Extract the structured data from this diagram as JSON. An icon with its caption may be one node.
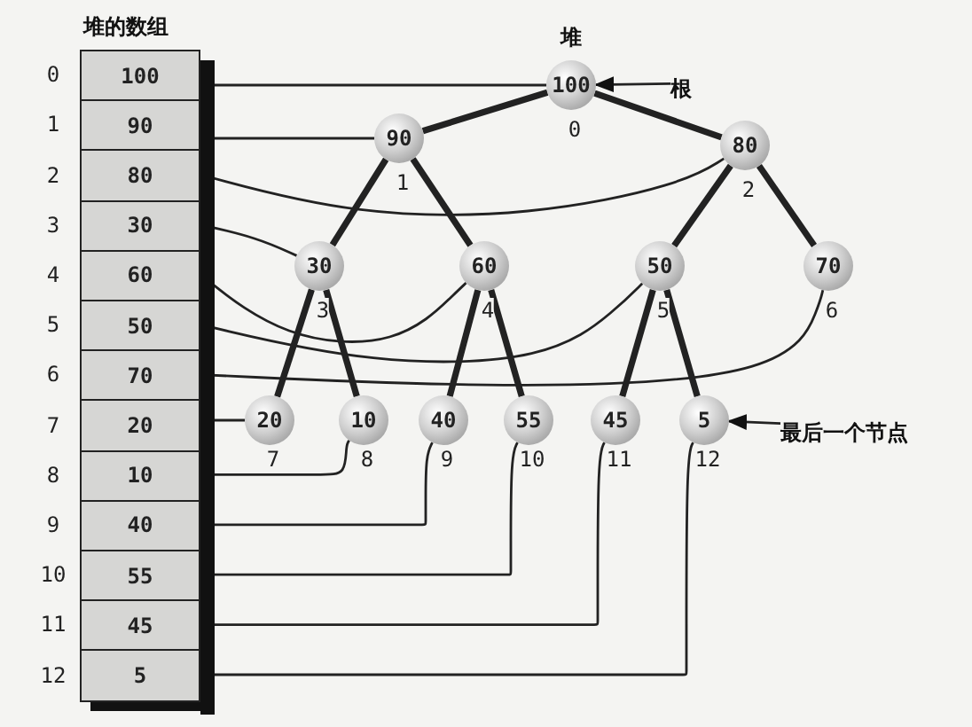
{
  "diagram": {
    "nodes": [
      {
        "text": [
          "堆的数组"
        ]
      },
      {
        "text": [
          "100"
        ],
        "in": 0,
        "beside": [
          "0"
        ]
      },
      {
        "text": [
          "90"
        ],
        "in": 0,
        "beside": [
          "1"
        ]
      },
      {
        "text": [
          "80"
        ],
        "in": 0,
        "beside": [
          "2"
        ]
      },
      {
        "text": [
          "30"
        ],
        "in": 0,
        "beside": [
          "3"
        ]
      },
      {
        "text": [
          "60"
        ],
        "in": 0,
        "beside": [
          "4"
        ]
      },
      {
        "text": [
          "50"
        ],
        "in": 0,
        "beside": [
          "5"
        ]
      },
      {
        "text": [
          "70"
        ],
        "in": 0,
        "beside": [
          "6"
        ]
      },
      {
        "text": [
          "20"
        ],
        "in": 0,
        "beside": [
          "7"
        ]
      },
      {
        "text": [
          "10"
        ],
        "in": 0,
        "beside": [
          "8"
        ]
      },
      {
        "text": [
          "40"
        ],
        "in": 0,
        "beside": [
          "9"
        ]
      },
      {
        "text": [
          "55"
        ],
        "in": 0,
        "beside": [
          "10"
        ]
      },
      {
        "text": [
          "45"
        ],
        "in": 0,
        "beside": [
          "11"
        ]
      },
      {
        "text": [
          "5"
        ],
        "in": 0,
        "beside": [
          "12"
        ]
      },
      {
        "text": [
          "100"
        ],
        "beside": [
          "0"
        ]
      },
      {
        "text": [
          "90"
        ],
        "beside": [
          "1"
        ]
      },
      {
        "text": [
          "80"
        ],
        "beside": [
          "2"
        ]
      },
      {
        "text": [
          "30"
        ],
        "beside": [
          "3"
        ]
      },
      {
        "text": [
          "60"
        ],
        "beside": [
          "4"
        ]
      },
      {
        "text": [
          "50"
        ],
        "beside": [
          "5"
        ]
      },
      {
        "text": [
          "70"
        ],
        "beside": [
          "6"
        ]
      },
      {
        "text": [
          "20"
        ],
        "beside": [
          "7"
        ]
      },
      {
        "text": [
          "10"
        ],
        "beside": [
          "8"
        ]
      },
      {
        "text": [
          "40"
        ],
        "beside": [
          "9"
        ]
      },
      {
        "text": [
          "55"
        ],
        "beside": [
          "10"
        ]
      },
      {
        "text": [
          "45"
        ],
        "beside": [
          "11"
        ]
      },
      {
        "text": [
          "5"
        ],
        "beside": [
          "12"
        ]
      },
      {
        "text": [
          "根"
        ]
      },
      {
        "text": [
          "最后一个节点"
        ]
      }
    ],
    "edges": [
      {
        "from": 1,
        "to": 14,
        "arrow": "none"
      },
      {
        "from": 2,
        "to": 15,
        "arrow": "none"
      },
      {
        "from": 3,
        "to": 16,
        "arrow": "none"
      },
      {
        "from": 4,
        "to": 17,
        "arrow": "none"
      },
      {
        "from": 5,
        "to": 18,
        "arrow": "none"
      },
      {
        "from": 6,
        "to": 19,
        "arrow": "none"
      },
      {
        "from": 7,
        "to": 20,
        "arrow": "none"
      },
      {
        "from": 8,
        "to": 21,
        "arrow": "none"
      },
      {
        "from": 9,
        "to": 22,
        "arrow": "none"
      },
      {
        "from": 10,
        "to": 23,
        "arrow": "none"
      },
      {
        "from": 11,
        "to": 24,
        "arrow": "none"
      },
      {
        "from": 12,
        "to": 25,
        "arrow": "none"
      },
      {
        "from": 13,
        "to": 26,
        "arrow": "none"
      },
      {
        "from": 14,
        "to": 15,
        "arrow": "none",
        "style": "thick"
      },
      {
        "from": 14,
        "to": 16,
        "arrow": "none",
        "style": "thick"
      },
      {
        "from": 15,
        "to": 17,
        "arrow": "none",
        "style": "thick"
      },
      {
        "from": 15,
        "to": 18,
        "arrow": "none",
        "style": "thick"
      },
      {
        "from": 16,
        "to": 19,
        "arrow": "none",
        "style": "thick"
      },
      {
        "from": 16,
        "to": 20,
        "arrow": "none",
        "style": "thick"
      },
      {
        "from": 17,
        "to": 21,
        "arrow": "none",
        "style": "thick"
      },
      {
        "from": 17,
        "to": 22,
        "arrow": "none",
        "style": "thick"
      },
      {
        "from": 18,
        "to": 23,
        "arrow": "none",
        "style": "thick"
      },
      {
        "from": 18,
        "to": 24,
        "arrow": "none",
        "style": "thick"
      },
      {
        "from": 19,
        "to": 25,
        "arrow": "none",
        "style": "thick"
      },
      {
        "from": 19,
        "to": 26,
        "arrow": "none",
        "style": "thick"
      },
      {
        "from": 27,
        "to": 14,
        "arrow": "to"
      },
      {
        "from": 28,
        "to": 26,
        "arrow": "to"
      }
    ],
    "labels": [
      "堆"
    ]
  }
}
